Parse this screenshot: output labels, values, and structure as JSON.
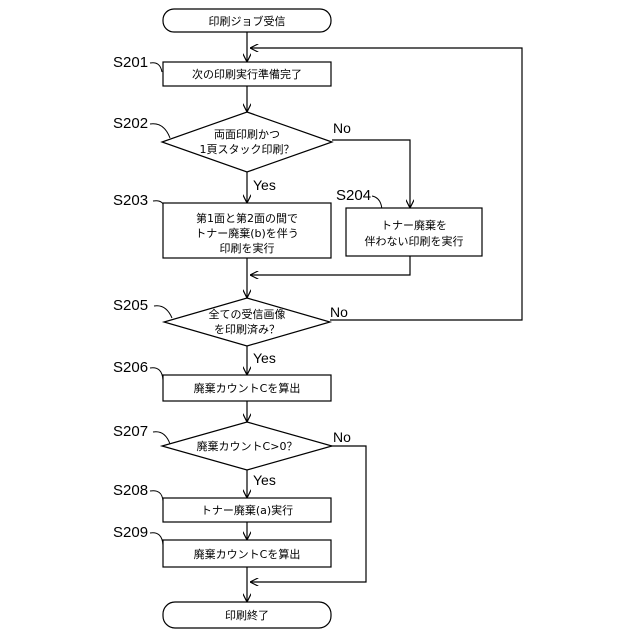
{
  "nodes": {
    "start": "印刷ジョブ受信",
    "s201": "次の印刷実行準備完了",
    "s202_line1": "両面印刷かつ",
    "s202_line2": "1頁スタック印刷？",
    "s203_line1": "第1面と第2面の間で",
    "s203_line2": "トナー廃棄(b)を伴う",
    "s203_line3": "印刷を実行",
    "s204_line1": "トナー廃棄を",
    "s204_line2": "伴わない印刷を実行",
    "s205_line1": "全ての受信画像",
    "s205_line2": "を印刷済み？",
    "s206": "廃棄カウントCを算出",
    "s207": "廃棄カウントC>0？",
    "s208": "トナー廃棄(a)実行",
    "s209": "廃棄カウントCを算出",
    "end": "印刷終了"
  },
  "step_labels": {
    "s201": "S201",
    "s202": "S202",
    "s203": "S203",
    "s204": "S204",
    "s205": "S205",
    "s206": "S206",
    "s207": "S207",
    "s208": "S208",
    "s209": "S209"
  },
  "branches": {
    "s202_yes": "Yes",
    "s202_no": "No",
    "s205_yes": "Yes",
    "s205_no": "No",
    "s207_yes": "Yes",
    "s207_no": "No"
  }
}
